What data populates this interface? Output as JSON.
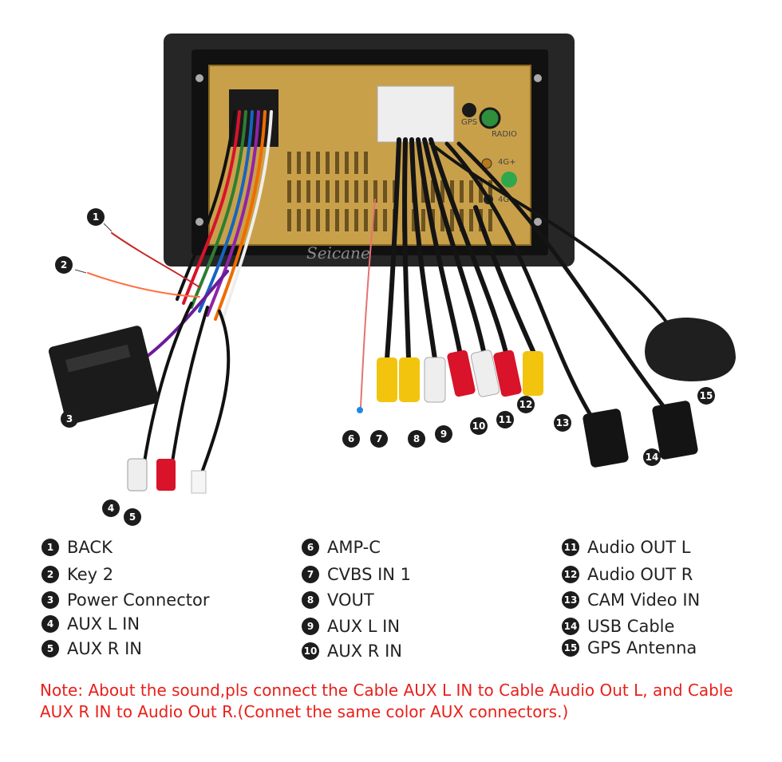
{
  "watermark": "Seicane",
  "unit_labels": {
    "gps": "GPS",
    "radio": "RADIO",
    "four_g_plus": "4G+",
    "four_g_minus": "4G-"
  },
  "callouts": [
    "1",
    "2",
    "3",
    "4",
    "5",
    "6",
    "7",
    "8",
    "9",
    "10",
    "11",
    "12",
    "13",
    "14",
    "15"
  ],
  "legend": [
    {
      "num": "1",
      "label": "BACK"
    },
    {
      "num": "2",
      "label": "Key 2"
    },
    {
      "num": "3",
      "label": "Power Connector"
    },
    {
      "num": "4",
      "label": "AUX L IN"
    },
    {
      "num": "5",
      "label": "AUX R IN"
    },
    {
      "num": "6",
      "label": "AMP-C"
    },
    {
      "num": "7",
      "label": "CVBS IN 1"
    },
    {
      "num": "8",
      "label": "VOUT"
    },
    {
      "num": "9",
      "label": "AUX L IN"
    },
    {
      "num": "10",
      "label": "AUX R IN"
    },
    {
      "num": "11",
      "label": "Audio OUT L"
    },
    {
      "num": "12",
      "label": "Audio OUT R"
    },
    {
      "num": "13",
      "label": "CAM Video IN"
    },
    {
      "num": "14",
      "label": "USB Cable"
    },
    {
      "num": "15",
      "label": "GPS Antenna"
    }
  ],
  "note": "Note: About the sound,pls connect the Cable AUX L IN to Cable Audio Out L, and Cable AUX R IN to  Audio Out R.(Connet the same color AUX connectors.)",
  "colors": {
    "note": "#e8201a",
    "badge": "#1c1c1c",
    "chassis": "#2a2a2a",
    "board": "#c9a04a",
    "rca_red": "#d8132a",
    "rca_white": "#eeeeee",
    "rca_yellow": "#f2c40e",
    "cable_black": "#141414"
  }
}
